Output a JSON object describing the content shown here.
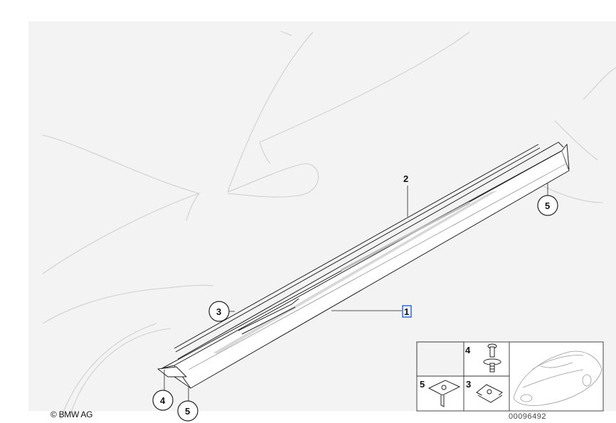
{
  "diagram": {
    "callouts": [
      {
        "id": "callout-1",
        "label": "1",
        "highlighted": true
      },
      {
        "id": "callout-2",
        "label": "2"
      },
      {
        "id": "callout-3",
        "label": "3"
      },
      {
        "id": "callout-4",
        "label": "4"
      },
      {
        "id": "callout-5-left",
        "label": "5"
      },
      {
        "id": "callout-5-right",
        "label": "5"
      }
    ],
    "inset_labels": {
      "part4": "4",
      "part5": "5",
      "part3": "3"
    },
    "copyright": "© BMW AG",
    "diagram_number": "00096492"
  },
  "colors": {
    "highlight": "#2a63c8",
    "ghost_lines": "#d0d0d0",
    "background_panel": "#f2f2f2"
  }
}
